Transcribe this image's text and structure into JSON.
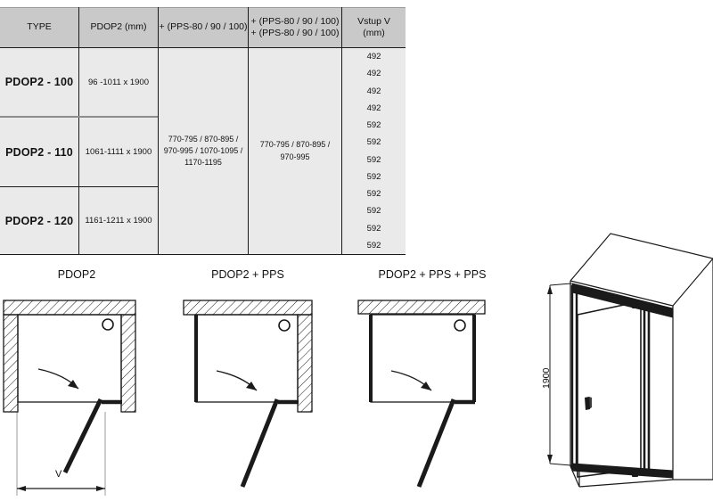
{
  "table": {
    "headers": [
      {
        "id": "type",
        "label": "TYPE"
      },
      {
        "id": "pdop2",
        "label": "PDOP2  (mm)"
      },
      {
        "id": "pps1",
        "label": "+ (PPS-80 / 90 / 100)"
      },
      {
        "id": "pps2",
        "line1": "+ (PPS-80 / 90 / 100)",
        "line2": "+ (PPS-80 / 90 / 100)"
      },
      {
        "id": "vstup",
        "line1": "Vstup V",
        "line2": "(mm)"
      }
    ],
    "rows": [
      {
        "type": "PDOP2 - 100",
        "dimension": "96 -1011 x 1900"
      },
      {
        "type": "PDOP2 - 110",
        "dimension": "1061-1111 x 1900"
      },
      {
        "type": "PDOP2 - 120",
        "dimension": "1161-1211 x 1900"
      }
    ],
    "pps_single": "770-795 / 870-895 /\n970-995 / 1070-1095 /\n1170-1195",
    "pps_single_lines": [
      "770-795 / 870-895 /",
      "970-995 / 1070-1095 /",
      "1170-1195"
    ],
    "pps_double_lines": [
      "770-795 / 870-895 /",
      "970-995"
    ],
    "vstup_values": [
      "492",
      "492",
      "492",
      "492",
      "592",
      "592",
      "592",
      "592",
      "592",
      "592",
      "592",
      "592"
    ]
  },
  "plans": [
    {
      "id": "pdop2",
      "title": "PDOP2"
    },
    {
      "id": "pdop2-pps",
      "title": "PDOP2 + PPS"
    },
    {
      "id": "pdop2-pps-pps",
      "title": "PDOP2 + PPS + PPS"
    }
  ],
  "plan_labels": {
    "opening_width": "V"
  },
  "iso": {
    "height_dimension": "1900"
  },
  "colors": {
    "header_fill": "#c9c9c9",
    "cell_fill": "#eaeaea",
    "line": "#1a1a1a",
    "soft_line": "#8d8d8d"
  }
}
